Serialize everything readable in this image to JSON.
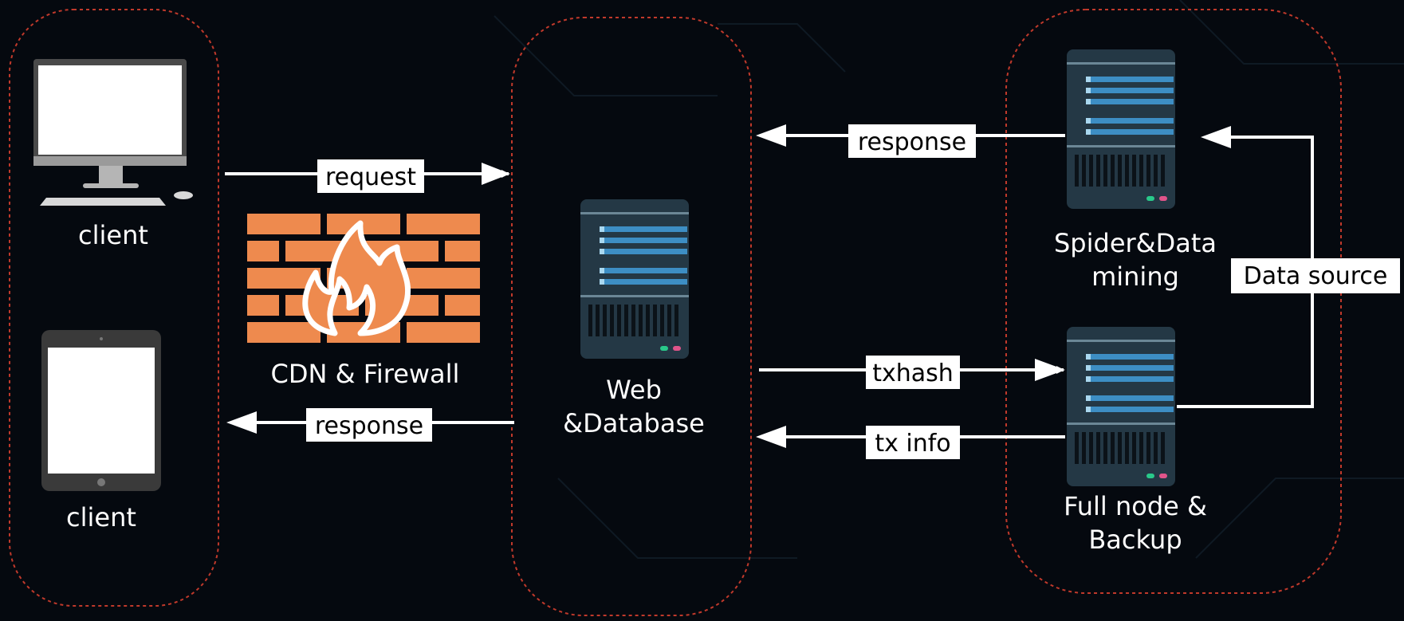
{
  "colors": {
    "background": "#05090f",
    "zone_border": "#c0392b",
    "arrow": "#ffffff",
    "firewall_brick": "#ee8a4e",
    "server_body": "#243845",
    "server_stripe": "#3d8ec4"
  },
  "zones": {
    "clients": {
      "desktop": {
        "icon": "desktop-monitor-icon",
        "label": "client"
      },
      "tablet": {
        "icon": "tablet-icon",
        "label": "client"
      }
    },
    "firewall": {
      "icon": "firewall-icon",
      "label": "CDN & Firewall"
    },
    "web_server": {
      "icon": "server-icon",
      "label_line1": "Web",
      "label_line2": "&Database"
    },
    "spider_server": {
      "icon": "server-icon",
      "label_line1": "Spider&Data",
      "label_line2": "mining"
    },
    "fullnode_server": {
      "icon": "server-icon",
      "label_line1": "Full node &",
      "label_line2": "Backup"
    }
  },
  "arrows": {
    "request": "request",
    "response_left": "response",
    "response_top": "response",
    "txhash": "txhash",
    "tx_info": "tx info",
    "data_source": "Data source"
  }
}
